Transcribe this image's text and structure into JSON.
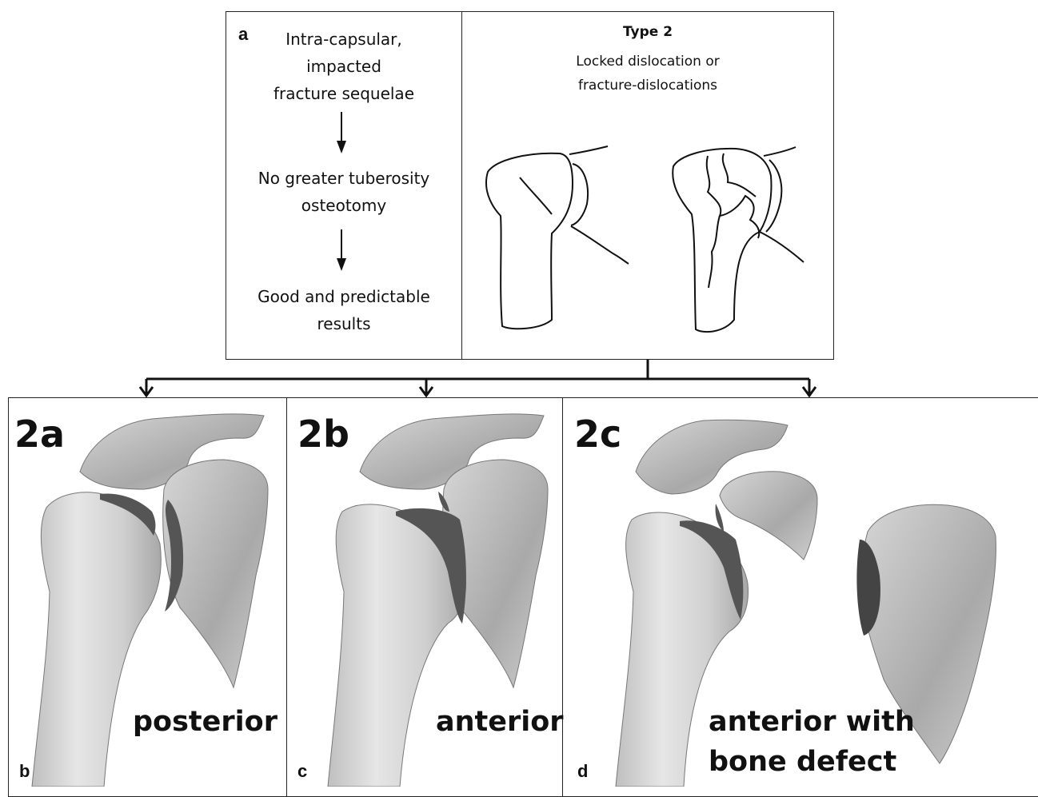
{
  "panel_a": {
    "letter": "a",
    "flow_lines": [
      "Intra-capsular,",
      "impacted",
      "fracture sequelae",
      "No greater tuberosity",
      "osteotomy",
      "Good and predictable",
      "results"
    ],
    "type_title": "Type 2",
    "type_subtitle_lines": [
      "Locked dislocation or",
      "fracture-dislocations"
    ]
  },
  "panels": [
    {
      "letter": "b",
      "label": "2a",
      "caption_lines": [
        "posterior"
      ]
    },
    {
      "letter": "c",
      "label": "2b",
      "caption_lines": [
        "anterior"
      ]
    },
    {
      "letter": "d",
      "label": "2c",
      "caption_lines": [
        "anterior with",
        "bone defect"
      ]
    }
  ],
  "colors": {
    "bone": "#d9d9d9",
    "bone_shadow": "#9a9a9a",
    "cartilage": "#555555",
    "line": "#111111"
  }
}
